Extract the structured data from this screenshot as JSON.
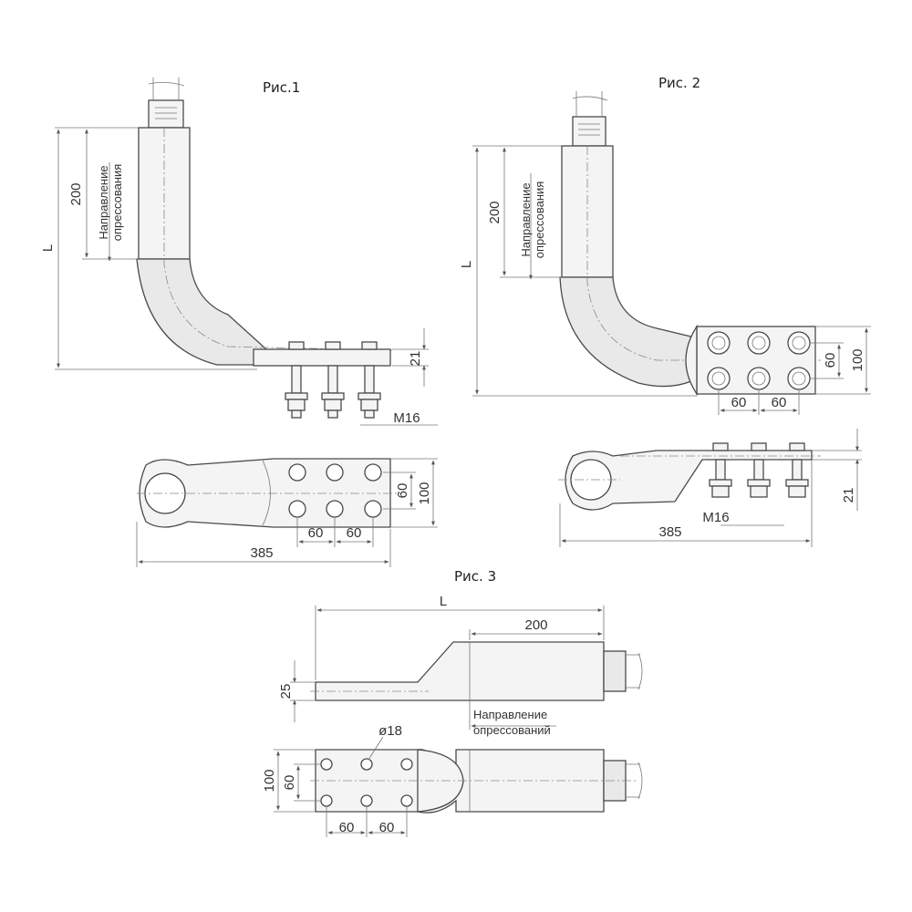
{
  "figures": {
    "fig1": {
      "title": "Рис.1",
      "dim_200": "200",
      "dim_L": "L",
      "crimp_line1": "Направление",
      "crimp_line2": "опрессования",
      "dim_21": "21",
      "dim_m16": "M16",
      "dim_60_vertical": "60",
      "dim_100": "100",
      "dim_60_a": "60",
      "dim_60_b": "60",
      "dim_385": "385"
    },
    "fig2": {
      "title": "Рис. 2",
      "dim_200": "200",
      "dim_L": "L",
      "crimp_line1": "Направление",
      "crimp_line2": "опрессования",
      "dim_60_vertical": "60",
      "dim_100": "100",
      "dim_60_a": "60",
      "dim_60_b": "60",
      "dim_21": "21",
      "dim_m16": "M16",
      "dim_385": "385"
    },
    "fig3": {
      "title": "Рис. 3",
      "dim_L": "L",
      "dim_200": "200",
      "dim_25": "25",
      "crimp_line1": "Направление",
      "crimp_line2": "опрессований",
      "dim_d18": "ø18",
      "dim_100": "100",
      "dim_60_vertical": "60",
      "dim_60_a": "60",
      "dim_60_b": "60"
    }
  }
}
